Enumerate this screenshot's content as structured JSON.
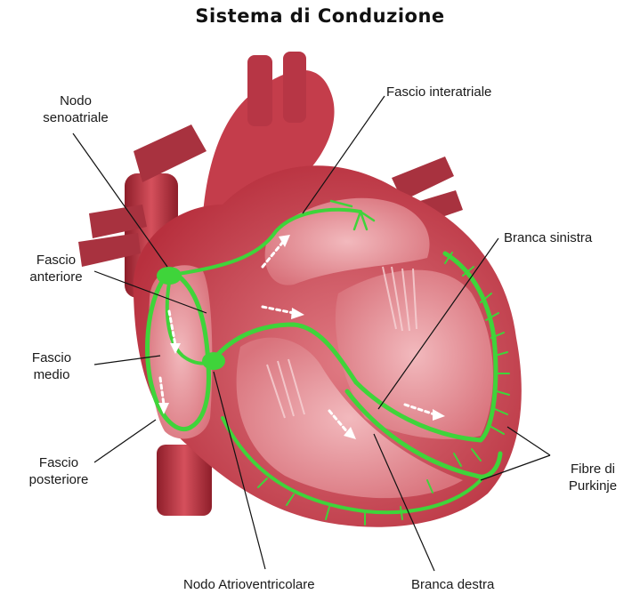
{
  "title": "Sistema di Conduzione",
  "labels": {
    "nodo_senoatriale": [
      "Nodo",
      "senoatriale"
    ],
    "fascio_interatriale": [
      "Fascio interatriale"
    ],
    "branca_sinistra": [
      "Branca sinistra"
    ],
    "fascio_anteriore": [
      "Fascio",
      "anteriore"
    ],
    "fascio_medio": [
      "Fascio",
      "medio"
    ],
    "fascio_posteriore": [
      "Fascio",
      "posteriore"
    ],
    "fibre_di_purkinje": [
      "Fibre di",
      "Purkinje"
    ],
    "nodo_atrioventricolare": [
      "Nodo Atrioventricolare"
    ],
    "branca_destra": [
      "Branca destra"
    ]
  },
  "colors": {
    "heart_outer": "#c94a55",
    "heart_inner": "#e59aa0",
    "conduction": "#3fd43a",
    "arrow": "#ffffff",
    "leader": "#111111"
  }
}
